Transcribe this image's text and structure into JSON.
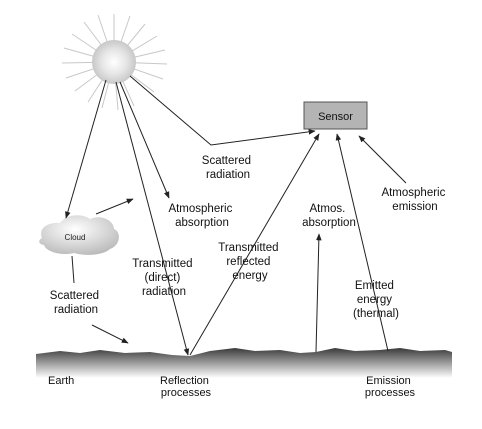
{
  "labels": {
    "sensor": "Sensor",
    "cloud": "Cloud",
    "scattered_top": [
      "Scattered",
      "radiation"
    ],
    "atmospheric_absorption": [
      "Atmospheric",
      "absorption"
    ],
    "transmitted_direct": [
      "Transmitted",
      "(direct)",
      "radiation"
    ],
    "transmitted_reflected": [
      "Transmitted",
      "reflected",
      "energy"
    ],
    "atmos_absorption": [
      "Atmos.",
      "absorption"
    ],
    "atmospheric_emission": [
      "Atmospheric",
      "emission"
    ],
    "scattered_bottom": [
      "Scattered",
      "radiation"
    ],
    "emitted_energy": [
      "Emitted",
      "energy",
      "(thermal)"
    ],
    "earth": "Earth",
    "reflection_processes": [
      "Reflection",
      "processes"
    ],
    "emission_processes": [
      "Emission",
      "processes"
    ]
  },
  "colors": {
    "sensor_fill": "#b4b4b4",
    "sensor_border": "#555555",
    "ground_dark": "#3a3a3a",
    "ground_light": "#ffffff",
    "line": "#222222"
  }
}
